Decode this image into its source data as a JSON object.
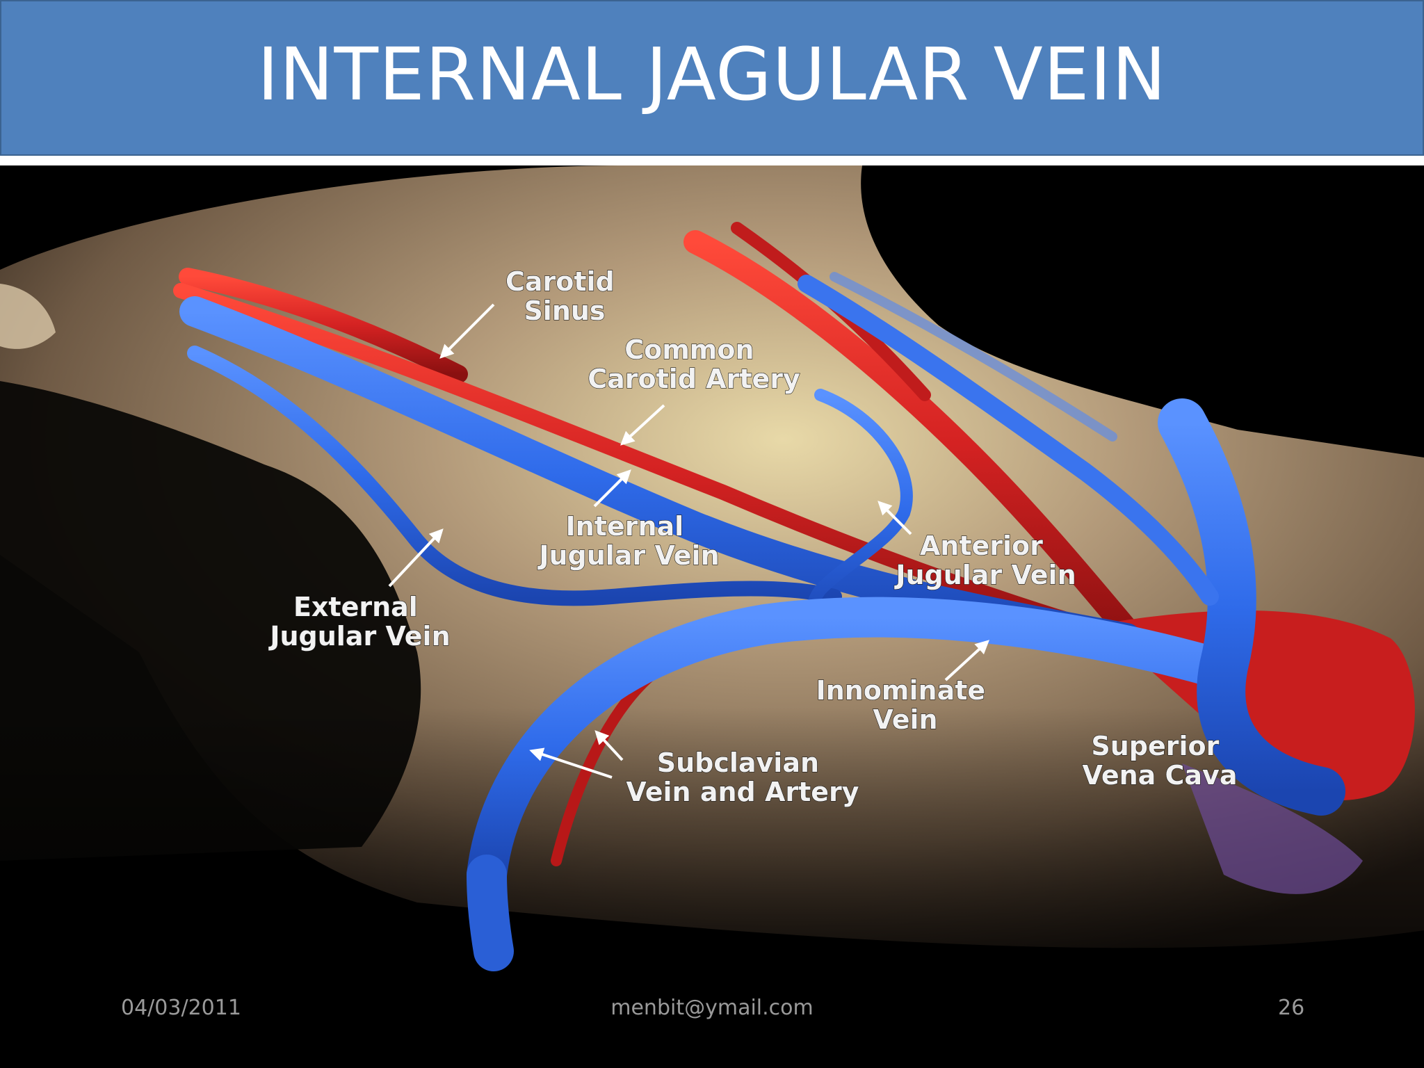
{
  "slide": {
    "title": "INTERNAL JAGULAR VEIN"
  },
  "diagram": {
    "labels": {
      "carotid_sinus": [
        "Carotid",
        "Sinus"
      ],
      "common_carotid_artery": [
        "Common",
        "Carotid Artery"
      ],
      "internal_jugular_vein": [
        "Internal",
        "Jugular Vein"
      ],
      "external_jugular_vein": [
        "External",
        "Jugular Vein"
      ],
      "anterior_jugular_vein": [
        "Anterior",
        "Jugular Vein"
      ],
      "innominate_vein": [
        "Innominate",
        "Vein"
      ],
      "subclavian_vein_and_artery": [
        "Subclavian",
        "Vein and Artery"
      ],
      "superior_vena_cava": [
        "Superior",
        "Vena Cava"
      ]
    },
    "colors": {
      "vein": "#2f6bea",
      "artery": "#d42222",
      "skin": "#8a735c",
      "background": "#000000"
    }
  },
  "footer": {
    "date": "04/03/2011",
    "email": "menbit@ymail.com",
    "page_number": "26"
  }
}
